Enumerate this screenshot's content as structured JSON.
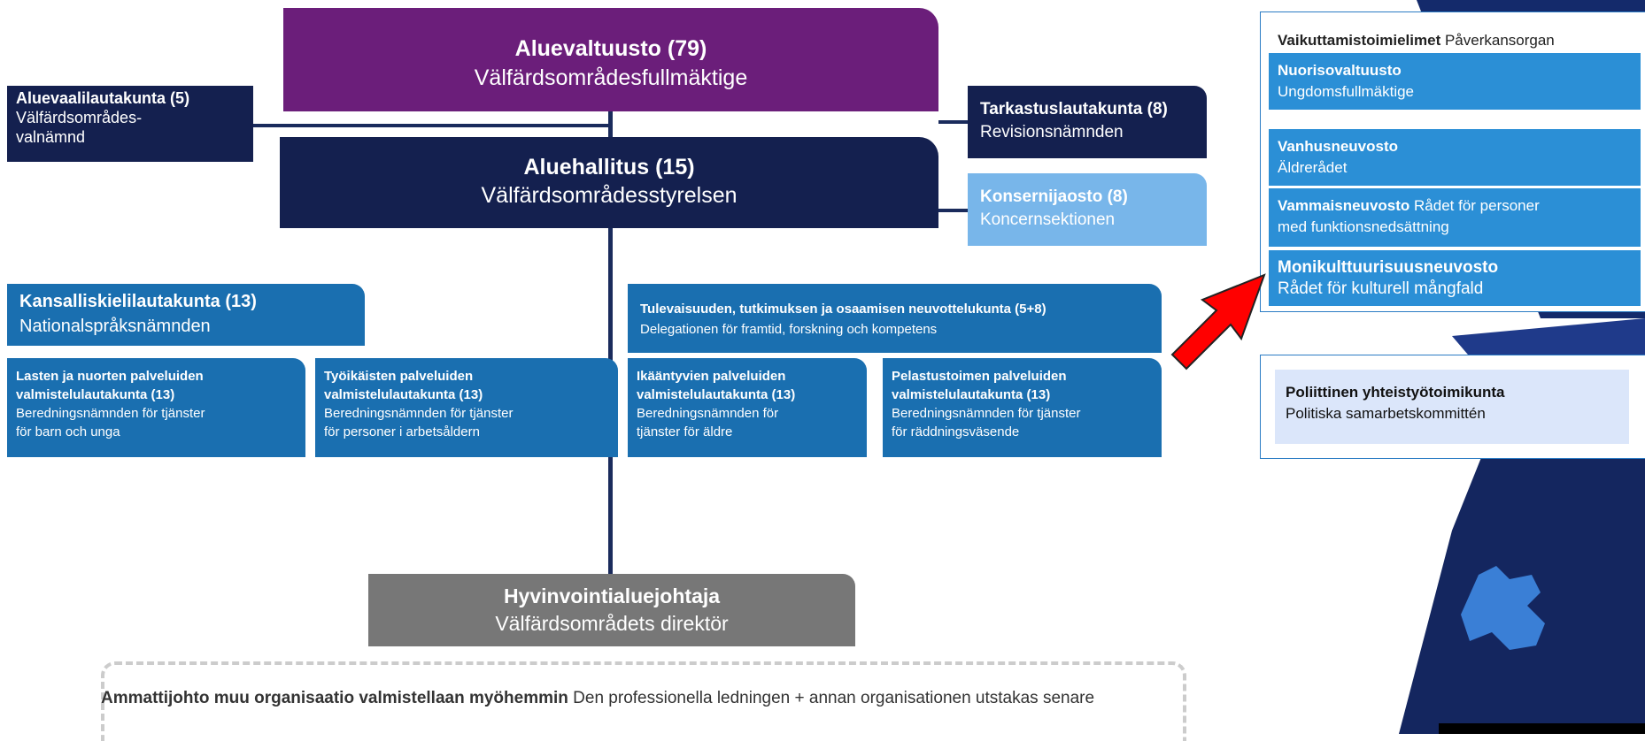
{
  "council": {
    "title": "Aluevaltuusto (79)",
    "subtitle": "Välfärdsområdesfullmäktige"
  },
  "board": {
    "title": "Aluehallitus (15)",
    "subtitle": "Välfärdsområdesstyrelsen"
  },
  "election": {
    "title": "Aluevaalilautakunta (5)",
    "line1": "Välfärdsområdes-",
    "line2": "valnämnd"
  },
  "audit": {
    "title": "Tarkastuslautakunta (8)",
    "subtitle": "Revisionsnämnden"
  },
  "group": {
    "title": "Konsernijaosto (8)",
    "subtitle": "Koncernsektionen"
  },
  "natlang": {
    "title": "Kansalliskielilautakunta (13)",
    "subtitle": "Nationalspråksnämnden"
  },
  "future": {
    "title": "Tulevaisuuden, tutkimuksen ja osaamisen neuvottelukunta (5+8)",
    "subtitle": "Delegationen för framtid, forskning och kompetens"
  },
  "committees": [
    {
      "line1": "Lasten ja nuorten palveluiden",
      "line2": "valmistelulautakunta  (13)",
      "line3": "Beredningsnämnden för tjänster",
      "line4": "för barn och unga"
    },
    {
      "line1": "Työikäisten palveluiden",
      "line2": "valmistelulautakunta  (13)",
      "line3": "Beredningsnämnden för tjänster",
      "line4": "för personer i arbetsåldern"
    },
    {
      "line1": "Ikääntyvien palveluiden",
      "line2": "valmistelulautakunta  (13)",
      "line3": "Beredningsnämnden för",
      "line4": "tjänster för äldre"
    },
    {
      "line1": "Pelastustoimen palveluiden",
      "line2": "valmistelulautakunta  (13)",
      "line3": "Beredningsnämnden för tjänster",
      "line4": "för räddningsväsende"
    }
  ],
  "director": {
    "title": "Hyvinvointialuejohtaja",
    "subtitle": "Välfärdsområdets direktör"
  },
  "management": {
    "bold": "Ammattijohto muu organisaatio valmistellaan myöhemmin",
    "text": " Den professionella ledningen + annan organisationen utstakas senare"
  },
  "influence": {
    "heading_bold": "Vaikuttamistoimielimet",
    "heading": " Påverkansorgan",
    "items": [
      {
        "title": "Nuorisovaltuusto",
        "subtitle": "Ungdomsfullmäktige"
      },
      {
        "title": "Vanhusneuvosto",
        "subtitle": "Äldrerådet"
      },
      {
        "title": "Vammaisneuvosto",
        "title_rest": " Rådet för personer",
        "subtitle": "med funktionsnedsättning"
      },
      {
        "title": "Monikulttuurisuusneuvosto",
        "subtitle": "Rådet för kulturell mångfald"
      }
    ]
  },
  "political": {
    "title": "Poliittinen yhteistyötoimikunta",
    "subtitle": "Politiska samarbetskommittén"
  },
  "colors": {
    "council": "#6b1e7a",
    "board": "#14204f",
    "committee": "#1a6fb0",
    "light": "#78b6ea",
    "director": "#777777",
    "arrow": "#ff0000"
  }
}
